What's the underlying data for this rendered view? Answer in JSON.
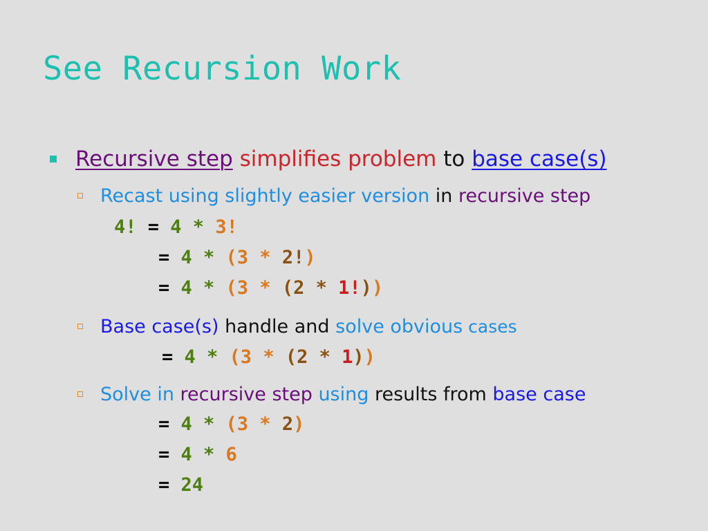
{
  "title": "See Recursion Work",
  "bullet1": {
    "part1": "Recursive step",
    "part2": " simplifies problem",
    "part3": " to ",
    "part4": "base case(s)"
  },
  "sub1": {
    "part1": "Recast using slightly easier version",
    "part2": " in ",
    "part3": "recursive step"
  },
  "code1": {
    "line1": {
      "a": "4!",
      "b": " = ",
      "c": "4 * ",
      "d": "3!"
    },
    "line2": {
      "b": "= ",
      "c": "4 * ",
      "d": "(3 * ",
      "e": "2!",
      "f": ")"
    },
    "line3": {
      "b": "= ",
      "c": "4 * ",
      "d": "(3 * ",
      "e": "(2 * ",
      "g": "1!",
      "h": ")",
      "i": ")"
    }
  },
  "sub2": {
    "part1": "Base case(s)",
    "part2": " handle and ",
    "part3": "solve obvious",
    "part4": " cases"
  },
  "code2": {
    "line1": {
      "b": "= ",
      "c": "4 * ",
      "d": "(3 * ",
      "e": "(2 * ",
      "g": "1",
      "h": ")",
      "i": ")"
    }
  },
  "sub3": {
    "part1": "Solve in ",
    "part2": "recursive step",
    "part3": " using",
    "part4": " results from ",
    "part5": "base case"
  },
  "code3": {
    "line1": {
      "b": "= ",
      "c": "4 * ",
      "d": "(3 * ",
      "e": "2",
      "f": ")"
    },
    "line2": {
      "b": "= ",
      "c": "4 * ",
      "d": "6"
    },
    "line3": {
      "b": "= ",
      "c": "24"
    }
  },
  "colors": {
    "title": "#1fbfb0",
    "purple": "#6a0f7a",
    "red": "#c8282d",
    "blue": "#1a1ae6",
    "lightblue": "#1e8ee0",
    "green": "#4e7f10",
    "orange": "#d9781e",
    "brown": "#8a5212",
    "background": "#dfdfdf"
  }
}
